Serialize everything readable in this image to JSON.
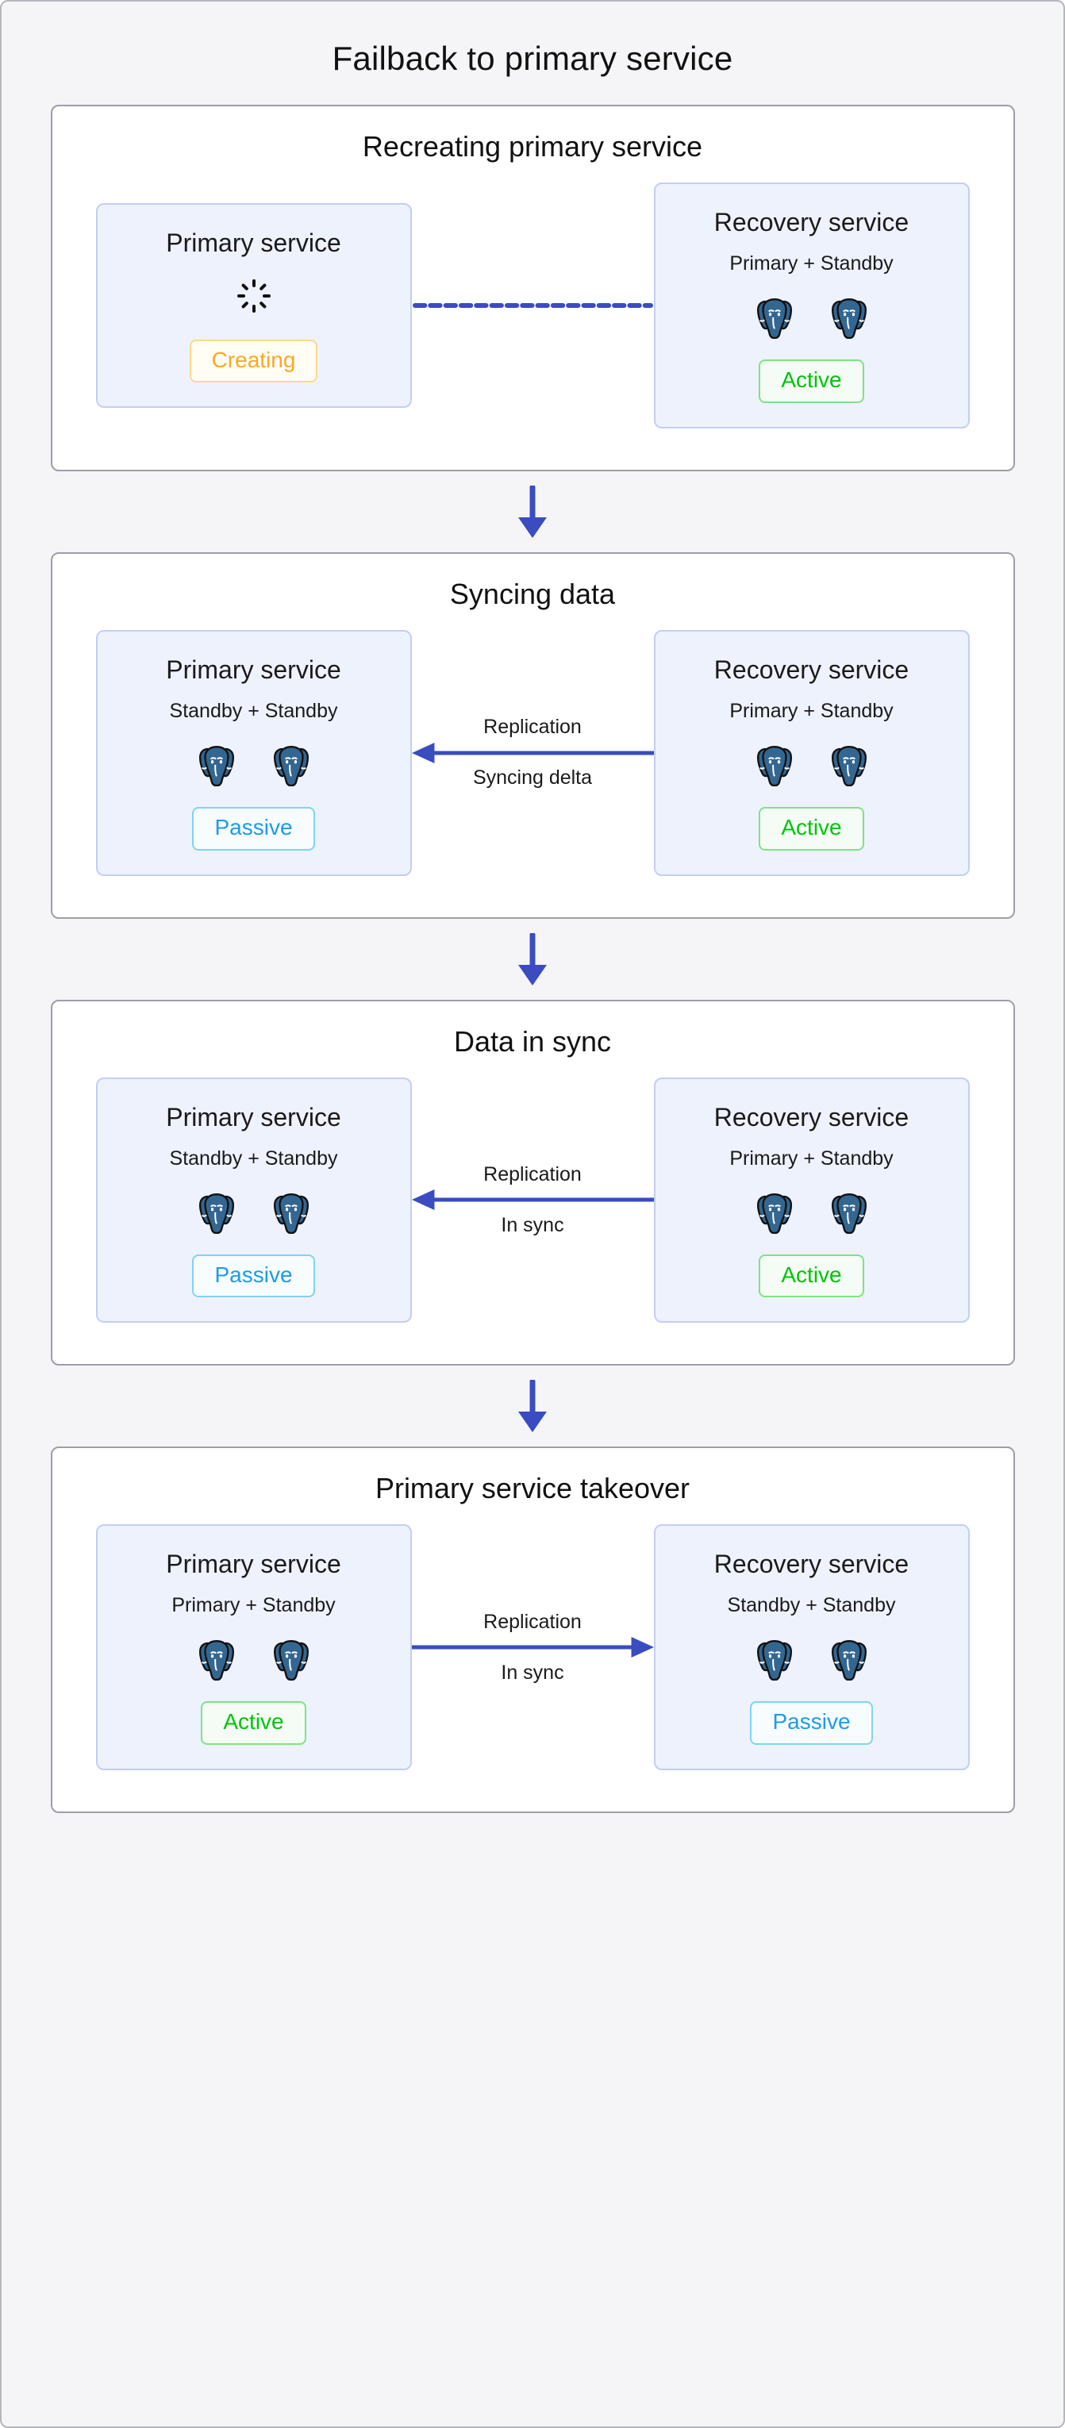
{
  "diagram": {
    "title": "Failback to primary service",
    "accent_blue": "#3a4cc0",
    "active_color": "#00c40a",
    "passive_color": "#1e9be8",
    "creating_color": "#f9a826",
    "node_icon": "postgresql-elephant-icon",
    "arrow_down_icon": "arrow-down-icon"
  },
  "stages": [
    {
      "title": "Recreating primary service",
      "left": {
        "name": "Primary service",
        "roles": "",
        "nodes": 0,
        "spinner": true,
        "badge": "Creating",
        "badge_kind": "creating"
      },
      "connector": {
        "style": "dashed",
        "direction": "none",
        "label_top": "",
        "label_bottom": ""
      },
      "right": {
        "name": "Recovery service",
        "roles": "Primary + Standby",
        "nodes": 2,
        "spinner": false,
        "badge": "Active",
        "badge_kind": "active"
      }
    },
    {
      "title": "Syncing data",
      "left": {
        "name": "Primary service",
        "roles": "Standby + Standby",
        "nodes": 2,
        "spinner": false,
        "badge": "Passive",
        "badge_kind": "passive"
      },
      "connector": {
        "style": "solid",
        "direction": "left",
        "label_top": "Replication",
        "label_bottom": "Syncing delta"
      },
      "right": {
        "name": "Recovery service",
        "roles": "Primary + Standby",
        "nodes": 2,
        "spinner": false,
        "badge": "Active",
        "badge_kind": "active"
      }
    },
    {
      "title": "Data in sync",
      "left": {
        "name": "Primary service",
        "roles": "Standby + Standby",
        "nodes": 2,
        "spinner": false,
        "badge": "Passive",
        "badge_kind": "passive"
      },
      "connector": {
        "style": "solid",
        "direction": "left",
        "label_top": "Replication",
        "label_bottom": "In sync"
      },
      "right": {
        "name": "Recovery service",
        "roles": "Primary + Standby",
        "nodes": 2,
        "spinner": false,
        "badge": "Active",
        "badge_kind": "active"
      }
    },
    {
      "title": "Primary service takeover",
      "left": {
        "name": "Primary service",
        "roles": "Primary + Standby",
        "nodes": 2,
        "spinner": false,
        "badge": "Active",
        "badge_kind": "active"
      },
      "connector": {
        "style": "solid",
        "direction": "right",
        "label_top": "Replication",
        "label_bottom": "In sync"
      },
      "right": {
        "name": "Recovery service",
        "roles": "Standby + Standby",
        "nodes": 2,
        "spinner": false,
        "badge": "Passive",
        "badge_kind": "passive"
      }
    }
  ]
}
